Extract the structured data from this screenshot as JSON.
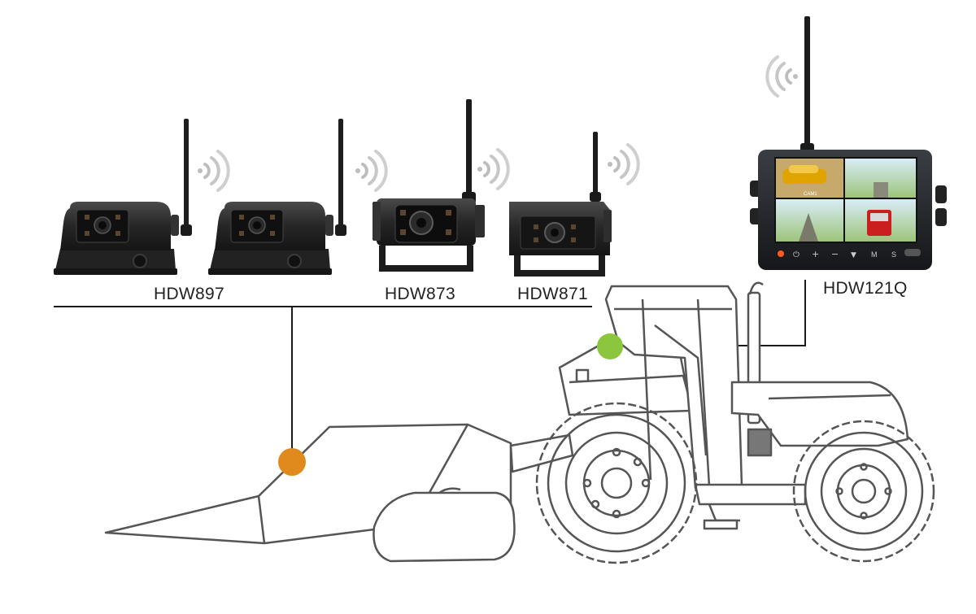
{
  "products": {
    "hdw897": {
      "label": "HDW897",
      "count": 2
    },
    "hdw873": {
      "label": "HDW873"
    },
    "hdw871": {
      "label": "HDW871"
    },
    "hdw121q": {
      "label": "HDW121Q",
      "screen_text": [
        "CAM1"
      ],
      "button_glyphs": [
        "⏻",
        "+",
        "−",
        "▼",
        "M",
        "S"
      ]
    }
  },
  "colors": {
    "line": "#1a1a1a",
    "tractor_stroke": "#555555",
    "connector_orange": "#e08a1e",
    "connector_green": "#8cc63f",
    "wifi": "#bdbdbd",
    "camera_body": "#262626"
  },
  "icons": [
    "wifi-signal-icon"
  ]
}
